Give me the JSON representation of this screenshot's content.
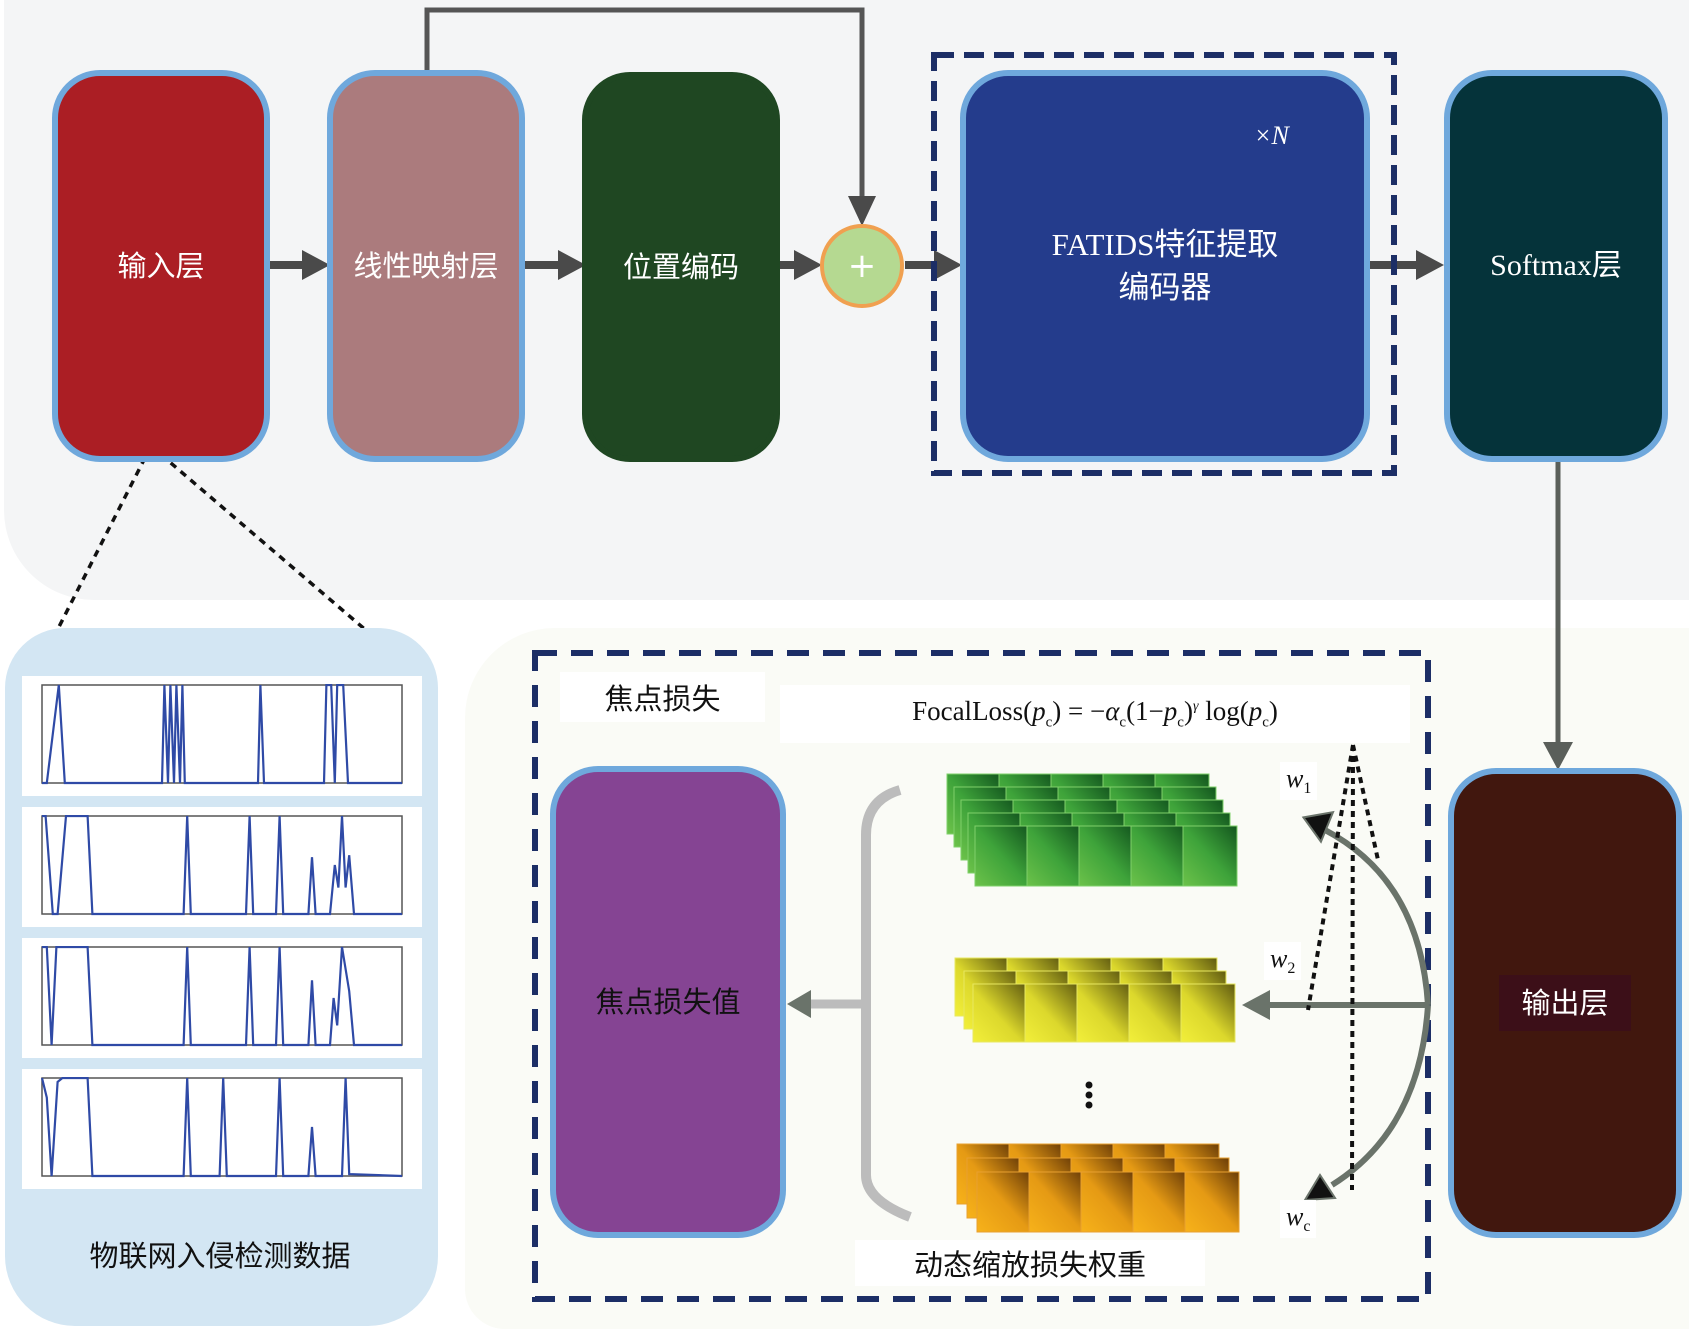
{
  "top_pipeline": {
    "input_layer": "输入层",
    "linear_projection": "线性映射层",
    "positional_encoding": "位置编码",
    "add_symbol": "+",
    "encoder_label_line1": "FATIDS特征提取",
    "encoder_label_line2": "编码器",
    "encoder_repeat": "×N",
    "softmax_layer": "Softmax层"
  },
  "data_panel": {
    "title": "物联网入侵检测数据",
    "series_count": 4
  },
  "focal_section": {
    "title": "焦点损失",
    "formula": {
      "lhs": "FocalLoss",
      "arg": "p",
      "sub": "c",
      "alpha": "α",
      "gamma": "γ",
      "log": "log"
    },
    "loss_value_block": "焦点损失值",
    "output_layer": "输出层",
    "weights_caption": "动态缩放损失权重",
    "weight_labels": [
      {
        "base": "w",
        "sub": "1"
      },
      {
        "base": "w",
        "sub": "2"
      },
      {
        "base": "w",
        "sub": "c"
      }
    ],
    "ellipsis": "⋮"
  },
  "colors": {
    "input_layer": "#ab1e24",
    "linear_projection": "#ab7b7d",
    "positional_encoding": "#1f4722",
    "add_node": "#b5d991",
    "add_node_border": "#f0a050",
    "encoder": "#243c8c",
    "softmax": "#05333a",
    "output_layer": "#41170e",
    "loss_value": "#854493",
    "block_border": "#6fa8dc",
    "dashed_frame": "#1c2e66",
    "series_line": "#2f4aa6"
  }
}
